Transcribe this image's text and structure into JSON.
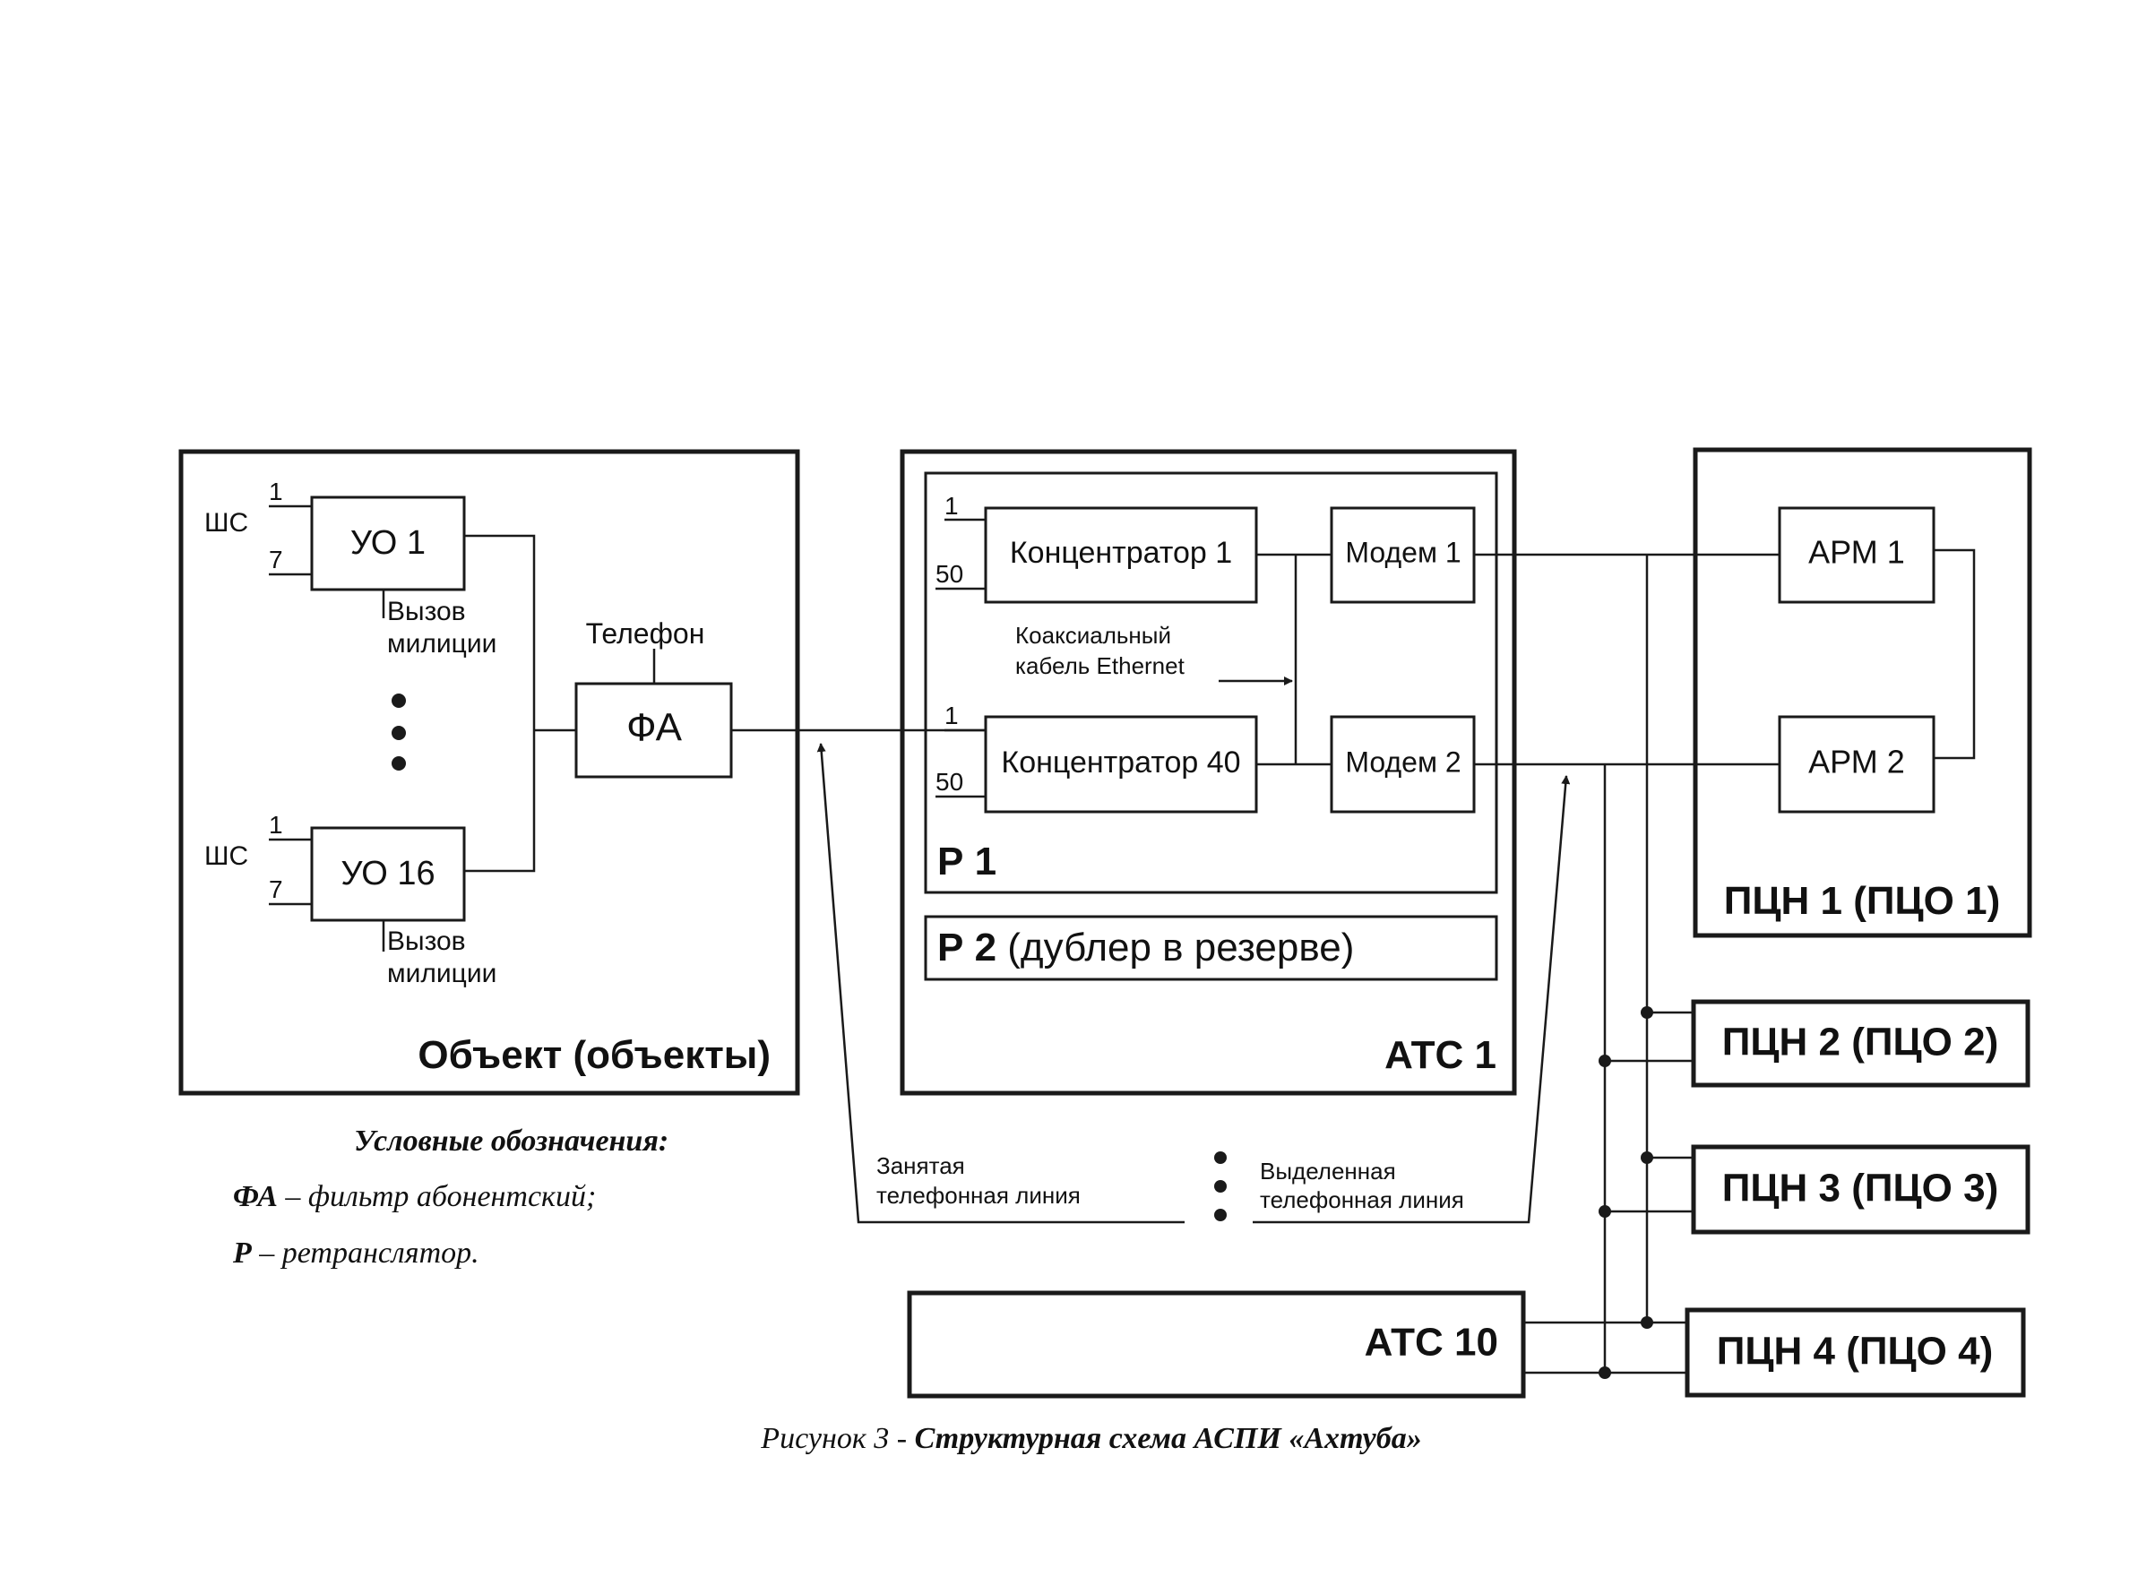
{
  "object_block": {
    "title": "Объект (объекты)",
    "uo1": {
      "label": "УО 1",
      "loop_label": "ШС",
      "pin_top": "1",
      "pin_bottom": "7",
      "call_line1": "Вызов",
      "call_line2": "милиции"
    },
    "uo16": {
      "label": "УО 16",
      "loop_label": "ШС",
      "pin_top": "1",
      "pin_bottom": "7",
      "call_line1": "Вызов",
      "call_line2": "милиции"
    },
    "phone_label": "Телефон",
    "filter_label": "ФА"
  },
  "ats1_block": {
    "title": "АТС 1",
    "r1_title": "Р 1",
    "r2_title_bold": "Р 2",
    "r2_title_rest": " (дублер в резерве)",
    "concentrator1": {
      "label": "Концентратор 1",
      "pin_top": "1",
      "pin_bottom": "50"
    },
    "concentrator40": {
      "label": "Концентратор 40",
      "pin_top": "1",
      "pin_bottom": "50"
    },
    "modem1": "Модем 1",
    "modem2": "Модем 2",
    "coax_line1": "Коаксиальный",
    "coax_line2": "кабель Ethernet"
  },
  "pcn1_block": {
    "title": "ПЦН 1 (ПЦО 1)",
    "arm1": "АРМ 1",
    "arm2": "АРМ 2"
  },
  "pcn_blocks": [
    "ПЦН 2 (ПЦО 2)",
    "ПЦН 3 (ПЦО 3)",
    "ПЦН 4 (ПЦО 4)"
  ],
  "ats10_title": "АТС 10",
  "lines": {
    "busy_line1": "Занятая",
    "busy_line2": "телефонная линия",
    "dedicated_line1": "Выделенная",
    "dedicated_line2": "телефонная линия"
  },
  "legend": {
    "heading": "Условные обозначения:",
    "item1_abbr": "ФА",
    "item1_text": " – фильтр абонентский;",
    "item2_abbr": "Р",
    "item2_text": " – ретранслятор."
  },
  "caption": {
    "prefix": "Рисунок 3 - ",
    "title": "Структурная схема АСПИ «Ахтуба»"
  },
  "colors": {
    "ink": "#1a1a1a",
    "background": "#ffffff"
  }
}
